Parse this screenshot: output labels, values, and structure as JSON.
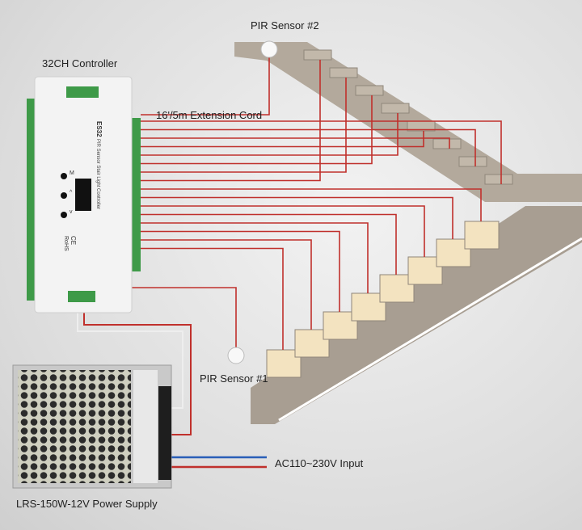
{
  "labels": {
    "pir2": "PIR Sensor #2",
    "controller": "32CH Controller",
    "extension": "16'/5m Extension Cord",
    "pir1": "PIR Sensor #1",
    "ac_input": "AC110~230V Input",
    "psu": "LRS-150W-12V Power Supply"
  },
  "controller": {
    "model": "ES32",
    "name": "PIR Sensor Stair Light Controller",
    "buttons": [
      "M",
      "^",
      "v"
    ],
    "marks": [
      "CE",
      "RoHS"
    ]
  },
  "colors": {
    "wire_red": "#c0302c",
    "wire_white": "#f4f4f4",
    "wire_blue": "#2a5fb8",
    "terminal_green": "#3e9a48",
    "concrete": "#a89e92"
  }
}
